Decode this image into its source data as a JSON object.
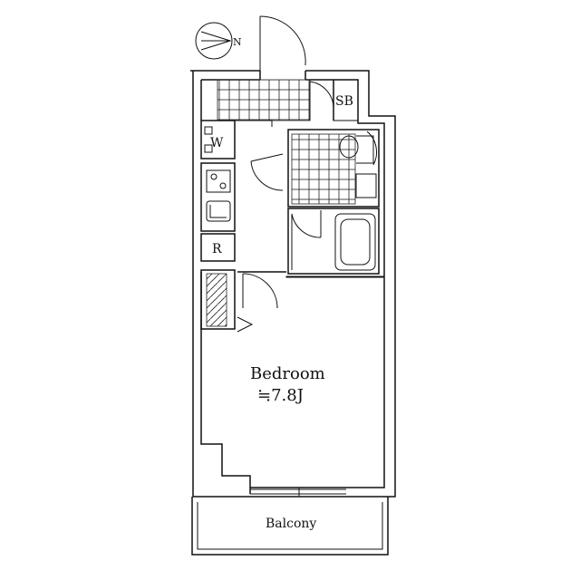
{
  "labels": {
    "storage_box": "SB",
    "washer": "W",
    "refrigerator": "R",
    "bedroom": "Bedroom",
    "bedroom_size": "≒7.8J",
    "balcony": "Balcony",
    "compass_north": "N"
  },
  "colors": {
    "line": "#111111",
    "background": "#ffffff"
  },
  "icons": {
    "compass": "compass-icon",
    "bathtub": "bathtub-icon",
    "toilet": "toilet-icon",
    "stove": "stove-icon",
    "sink": "sink-icon",
    "stairs": "stairs-icon"
  }
}
